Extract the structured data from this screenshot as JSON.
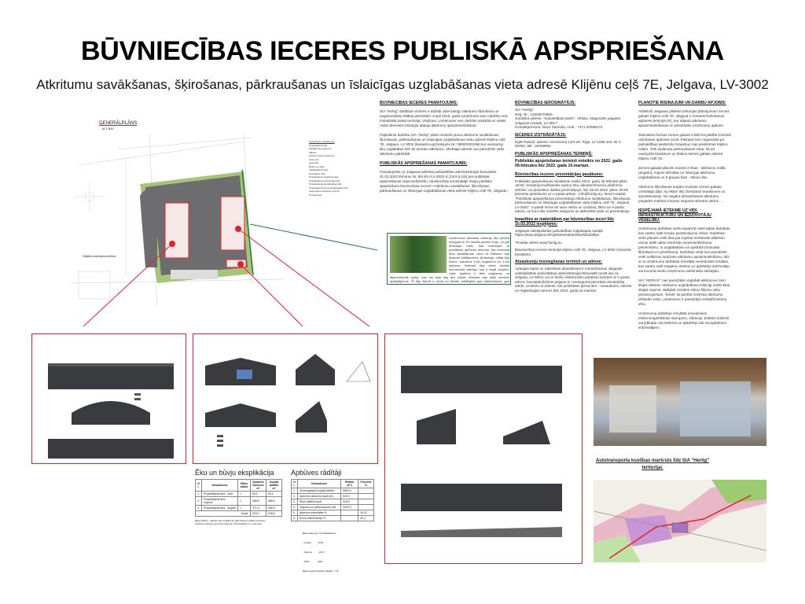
{
  "header": {
    "title": "BŪVNIECĪBAS IECERES PUBLISKĀ APSPRIEŠANA",
    "subtitle": "Atkritumu savākšanas, šķirošanas, pārkraušanas un īslaicīgas uzglabāšanas vieta adresē Klijēnu ceļš 7E, Jelgava, LV-3002"
  },
  "site_plan": {
    "title": "ĢENERĀLPLĀNS",
    "scale": "M 1:500",
    "legend_title": "Apzīmējumu skaidrojumi",
    "legend": [
      "Projektējamā ēka",
      "Asfaltbetona segums",
      "Zāliens",
      "Grants seguma segums",
      "Auto vieti",
      "Ieeja ēkā",
      "Ēkas ēnu siets",
      "Saglabājamie koki",
      "Nocirtāmie koki",
      "Projektējamie elektrības tīkli",
      "Projektējamie ūdensvada tīkli",
      "Projektējamie kanalizācijas tīkli",
      "Projektējamie lietus kanalizācijas tīkli",
      "Automašīnu kustības virziens",
      "Dzīvas žogs"
    ],
    "note_left": "Objekta izvietojuma shēma",
    "accent_red": "#e32127",
    "accent_green": "#1f7a3a"
  },
  "col1": {
    "h1": "BŪVNIECĪBAS IECERES PAMATOJUMS:",
    "p1": "SIA \"Herlig\" darbības virziens ir dažādi videi kaitīgo atkritumu šķirošana un sagatavošana tālākai pārstrādei. Kopš 2015. gada uzņēmums savu darbību veic Industriālā parka teritorijā, Vītoliņos. Uzņēmums veic darbību sadarbā ar Valsts Vides dienesta izsniegtu atļauju atkritumu apsaimniekošanai.",
    "p2": "Paplašinot darbību SIA \"Herlig\" plāno izveidot jaunu atkritumu savākšanas, šķirošanas, pārkraušanas un īslaicīgas uzglabāšanas vietu adresē Klijēnu ceļš 7E, Jelgava, LV-3002 (kadastra apzīmējums Nr. 09000320196) kur vienlaicīgi tiks uzglabātas līdz 30 tonnām atkritumu. Minētajā adresē nav paredzēts veikt atkritumu pārstrādi.",
    "h2": "PUBLISKĀS APSPRIEŠANAS PAMATOJUMS:",
    "p3": "Pamatojoties uz Jelgavas pilsētas pašvaldības administrācijas būvvaldes 01.02.2022 lēmumu Nr. BS-BV-3.2-2022-3 (13/4-5.1/8) par publiskās apspriešanas nepieciešamību, būvniecības ierosinātājs rīkoja publisko apspriešanu būvniecības iecerei «Atkritumu savākšanas, šķirošanas, pārkraušanas un īslaicīgas uzglabāšanas vieta adresē Klijēnu ceļš 7E, Jelgavā»."
  },
  "green_box": {
    "text": "Uzņēmuma darbības teritorija tiks pilnībā iežogota ar 3D metāla paneļu žogu, un gar teritorijas malu, kas robežojas ar priedējošu apbūves teritoriju, tiks izveidota bīva apstādījumu zona ar Rietumu tūju Brabant stādījumiem. Ārrauzīga, vītāla tūju šķirne, sasniedz 4-5m augstumu un 1,5m platumu. Brabant tūja veido izteiktu konusveida vainagu, kas ir viegli ožojami. Labe īpašība ir ātrā augšanas un atjaunošanās spēja, kas šai tūjai ļauj ātri nokļūt. Brabant tūju plaši izmanto apstādījumos. Šī tūju šķirne ir viena no biežāk stādītajām gan sabiedriskos, gan privātos stādījumos."
  },
  "col2": {
    "h1": "BŪVNIECĪBAS IEROSINĀTĀJS:",
    "p1": "SIA \"Herlig\"\nReģ. Nr.: 41603070560\nJuridiskā adrese: \"Industriālais parks\", Vītoliņi, Valgundes pagasts, Jelgavas novads, LV-3017\nKontaktpersona: Dace Sarnuša, mob.: +371 20096273",
    "h2": "IECERES IZSTRĀDĀTĀJS:",
    "p2": "Egils Rasiņš, adrese: Ozolciema 12/4-20, Rīga, LV-1058 sert. Nr.1-00262, tālr.: 29408954",
    "h3": "PUBLISKĀS APSPRIEŠANAS TERMIŅŠ:",
    "deadline": "Publiskās apspriešanas termiņš noteikts no 2022. gada 09.februāra līdz 2022. gada 10.martam.",
    "h4": "Būvniecības ieceres prezentācijas pasākums:",
    "p3": "Publiskās apspriešanas sanāksme notiks 2022. gada 28.februārī plkst. 18:00, izmantojot tiešsaistes saziņu rīku videokonferenču platforma ZOOM. Lai pieteiktos dalībai prezentācijā, līdz 28.02.2022. plkst. 09:00 jānosūta pieteikums uz e-pasta adresi - info@herlig.eu, temā norādot: \"Publiskās apspriešanas prezentācija Atkritumu savākšanas, šķirošanas, pārkraušanas un īslaicīgas uzglabāšanas vieta Klijēnu ceļš 7E, Jelgavā, LV-3002\", e-pastā minot arī savu vārdu un uzvārdu, tālrni un e-pasta adresi, uz kuru tiks nosūtīts ielūgums un aktīvizētā saite uz prezentāciju.",
    "h5": "Iepazīties ar materiāliem par būvniecības ieceri līdz 10.03.2022 iespējams:",
    "p4": "Jelgavas valstspilsētas pašvaldības mājaslapas sadaļā https://www.jelgava.lv/lv/pilseta/sabiedriba/lidzdaliba/",
    "p5": "Tīmekļa vietnē www.herlig.eu",
    "p6": "Būvniecības ieceres teritorijā Klijēnu ceļš 7E, Jelgava, LV-3002 (izvietota būvtāfele)",
    "h6": "Atsauksmju iesniegšanas termiņš un adrese:",
    "p7": "Aptaujas lapas un rakstiskas atsauksmes ir iesniedzamas Jelgavas valstspilsētas pašvaldības administrācijas Būvvaldē (Lielā iela 11, Jelgava, LV-3001) vai ar drošu elektronisko parakstu (iesūtot uz e-pasta adresi: buvvalde@dome.jelgava.lv. Iesniegumā jānorāda iesniedzēja vārds, uzvārds un adrese, bet juridiskām personām - nosaukums, adrese un reģistrācijas numurs līdz 2022. gada 10.martam."
  },
  "col3": {
    "h1": "PLĀNOTIE RISINĀJUMI UN DARBU APJOMS:",
    "p1": "Atbilstoši Jelgavas pilsētas teritorijas plānojumam zemes gabals Klijēnu ceļš 7E, Jelgavā ir izvietots Ražošanas apbūves teritorijā (R), kur atļauta atkritumu apsaimniekošanas un pārstrādes uzņēmumu apbūve.",
    "p2": "Taisnstūra formas zemes gabals 0.569 ha platībā izvietots ražošanas apbūves zonā. Piekļuve tam organizēta pa pašvaldības piederošu brauktuvi, kas pieslēdzas Klijēnu ceļam. Tiek ieplānota pārkraušanas vieta, kā arī caurejošā brauktuve uz blakus zemes gabalu adresē Klijēnu ceļš 7D.",
    "p3": "Zemes gabalā plānots izvietot 3 ēkas - atkritumu nolikt. (angāru), nojumi tehnikas un īslaicīgai atkritumu uzglabāšanai un 5 grupas būvi - tūleņa ēku.",
    "p4": "Atkritumu šķirošanas angārs izvietots zemes gabala centrālajā daļā. Ap ēkām tiks izveidotas brauktuves un autostāvvietas. No angāra iebraukšanas atkritumu piegādes mašīna izmanto segumā rebrotos vārtos, ...",
    "h2": "IESPĒJAMĀ IETEKME UZ VIDI, INFRASTRUKTŪRU UN IEDZĪVOTĀJU VESELĪBU:",
    "p5": "Uzņēmuma darbības vietā neparedz veikt tādas darbības, kas varētu radīt smaku piesārņojuma riskus. Darbības vietā plānots veikt tikai jau kopšoti mehāniski atšķirotu un/vai dalīti vākto otrreizējo izejvielu/atkritumu pieņemšanu, to uzglabāšanu un apstrādi (manuāla šķirošana un presēšana). Darbības vietā nav paredzēts veikt nešķirotu sadzīves atkritumu apsaimniekošanu, līdz ar to uzņēmuma darbības rezultātā neveidosies smakas, kas varētu radīt negatīvu ietekmi uz apkārtējo iedzīvotāju vai tuvumā esošo uzņēmumu darbinieku labsajūtu.",
    "p6": "SIA \"HERLIG\" nav paredzējis uzglabāt atkritumus zem klajas debess. Atkritumu uzglabāšana īslaicīgi notiks tikai slēgtā nojumē, tādējādi nerados riskus šķirotu vielu piesārņojumam. Tomēr, lai pilnībā novērstu atkritumu izkliedes risku, uzņēmums ir paredzējis uzstādīt betona sētu.",
    "p7": "Uzņēmuma darbības rezultātā neveidosies elektromagnētiskais starojums, vibrācija, būtisks troksnis vai jebkāda cita ietekme uz apkārtējo vidi vai apkārtnes iedzīvotājiem."
  },
  "photo_caption": "Autotransporta kustības maršruts līdz SIA \"Herlig\" teritorijai.",
  "tables": {
    "t1_title": "Ēku un būvju eksplikācija",
    "t1_head": [
      "Nr.",
      "Nosaukums",
      "Stāvu skaits",
      "Apbūves laukums m²",
      "Kopējā platība m²"
    ],
    "t1_rows": [
      [
        "1.",
        "Projektējamā ēka - ofiss",
        "1",
        "83,0",
        "83,0"
      ],
      [
        "2.",
        "Projektējamā ēka - nojume",
        "1",
        "368,5",
        "368,5"
      ],
      [
        "3.",
        "Projektējamā ēka - angārs",
        "1",
        "471,5",
        "466,5"
      ]
    ],
    "t1_total": [
      "Kopā:",
      "923,0",
      "918,0"
    ],
    "t1_notes": [
      "Ēkas platība - platība, kas noteikta ar ēkas ārsienu ārējām virsmām",
      "Apbūves laukums apzīmēts kopā ar inženiertīkliem un nojumēm"
    ],
    "t2_title": "Apbūves rādītāji",
    "t2_head": [
      "Nr.",
      "Nosaukums",
      "Platība (m²)",
      "Procenti %"
    ],
    "t2_rows": [
      [
        "1.",
        "Zemesgabala kopējā platība",
        "5690,0",
        ""
      ],
      [
        "2.",
        "Apbūves laukums kopā (m²)",
        "923,0",
        ""
      ],
      [
        "3.",
        "Ēkas platība kopā",
        "918,0",
        ""
      ],
      [
        "4.",
        "Seguma un piebraucamie ceļi",
        "3250,0",
        ""
      ],
      [
        "5.",
        "Apbūves intensitāte %",
        "",
        "16,22"
      ],
      [
        "6.",
        "Brīvā zaļā teritorija %",
        "",
        "43,2"
      ]
    ],
    "t2_notes": [
      "Ēkas klase pēc CC klasifikatora:",
      "- Angārs          1251",
      "- Nojume          1274",
      "- Ofiss            1220",
      "Ēkas ugunsnoturības pakāpe:  U3"
    ]
  }
}
